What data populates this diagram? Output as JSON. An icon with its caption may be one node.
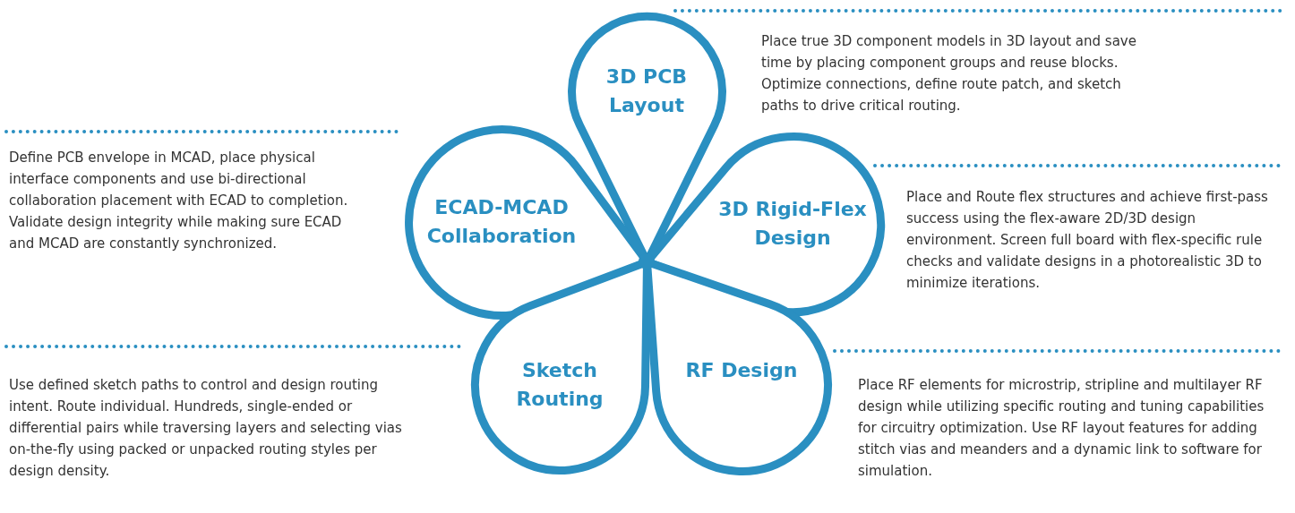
{
  "diagram": {
    "nodes": [
      {
        "text": [
          "3D PCB Layout"
        ]
      },
      {
        "text": [
          "ECAD-MCAD Collaboration"
        ]
      },
      {
        "text": [
          "3D Rigid-Flex Design"
        ]
      },
      {
        "text": [
          "Sketch Routing"
        ]
      },
      {
        "text": [
          "RF Design"
        ]
      }
    ],
    "labels": [
      "Place true 3D component models in 3D layout and save time by placing component groups and reuse blocks.  Optimize connections, define route patch, and sketch paths to drive critical routing.",
      "Define PCB envelope in MCAD, place physical interface components and use bi-directional collaboration placement with ECAD to completion. Validate design integrity while making sure ECAD and MCAD are constantly synchronized.",
      "Place and Route flex structures and achieve first-pass success using the flex-aware 2D/3D design environment. Screen full board with flex-specific rule checks and validate designs in a photorealistic 3D to minimize iterations.",
      "Use defined sketch paths to control and design routing intent. Route individual. Hundreds, single-ended or differential pairs while traversing layers and selecting vias on-the-fly using packed or unpacked routing styles per design density.",
      "Place RF elements for microstrip, stripline and multilayer RF design while utilizing specific routing and tuning capabilities for circuitry optimization. Use RF layout features for adding stitch vias and meanders and a dynamic link to software for simulation."
    ]
  }
}
